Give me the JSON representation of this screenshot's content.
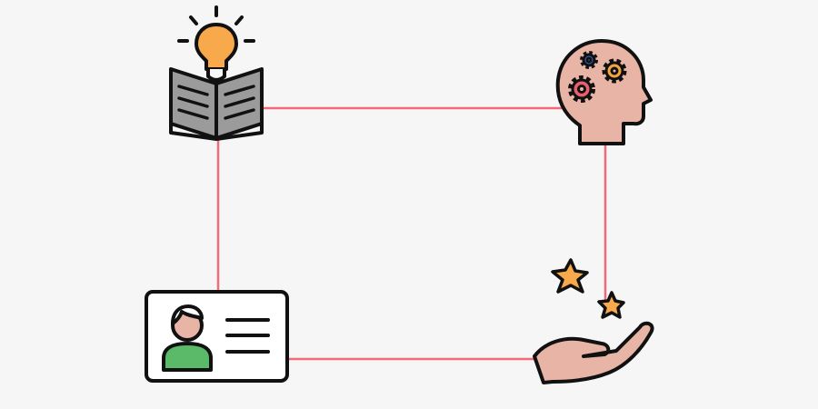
{
  "colors": {
    "background": "#f6f6f6",
    "connector": "#f06a7a",
    "outline": "#111111",
    "bulb": "#f7a94b",
    "book_pages": "#9b9b9b",
    "head": "#e8b4a6",
    "gear_red": "#e85f6f",
    "gear_orange": "#f5a640",
    "gear_blue": "#3d64c9",
    "card": "#ffffff",
    "person_shirt": "#5bb96a",
    "person_skin": "#e8b4a6",
    "stars": "#f7a94b",
    "hand": "#e8b4a6"
  },
  "diagram": {
    "nodes": [
      {
        "id": "knowledge",
        "icon": "book-lightbulb-icon"
      },
      {
        "id": "mind",
        "icon": "head-gears-icon"
      },
      {
        "id": "reward",
        "icon": "hand-stars-icon"
      },
      {
        "id": "identity",
        "icon": "id-card-icon"
      }
    ],
    "edges": [
      {
        "from": "knowledge",
        "to": "mind"
      },
      {
        "from": "mind",
        "to": "reward"
      },
      {
        "from": "reward",
        "to": "identity"
      },
      {
        "from": "identity",
        "to": "knowledge"
      }
    ]
  }
}
